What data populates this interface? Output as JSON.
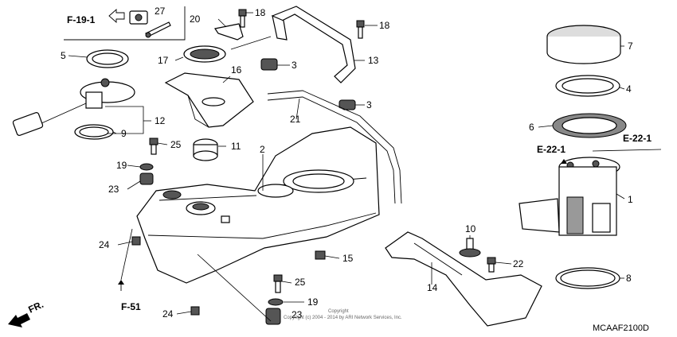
{
  "refs": {
    "f19": "F-19-1",
    "f51": "F-51",
    "e22a": "E-22-1",
    "e22b": "E-22-1",
    "fr": "FR."
  },
  "callouts": [
    "1",
    "2",
    "3",
    "3",
    "4",
    "5",
    "6",
    "7",
    "8",
    "9",
    "10",
    "11",
    "12",
    "13",
    "14",
    "15",
    "16",
    "17",
    "18",
    "18",
    "19",
    "19",
    "20",
    "21",
    "22",
    "23",
    "23",
    "24",
    "24",
    "25",
    "25",
    "27"
  ],
  "diagram_code": "MCAAF2100D",
  "copyright": {
    "line1": "Copyright",
    "line2": "Copyright (c) 2004 - 2014 by ARI Network Services, Inc."
  }
}
